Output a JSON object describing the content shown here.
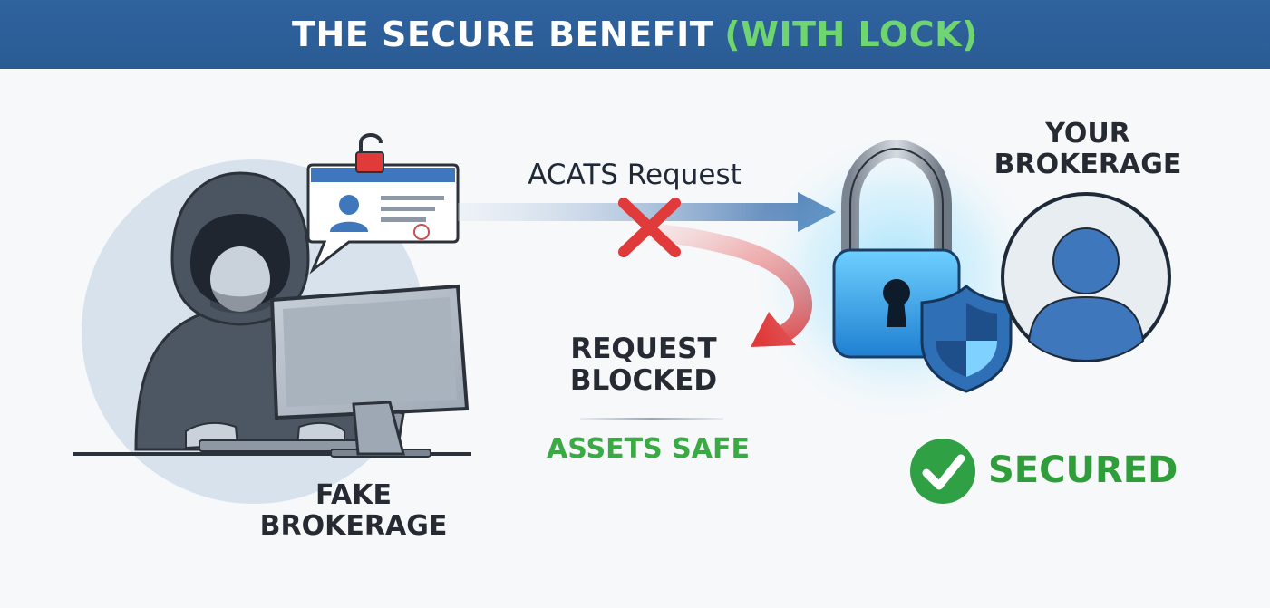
{
  "header": {
    "title_main": "THE SECURE BENEFIT",
    "title_accent": "(WITH LOCK)"
  },
  "left": {
    "label_line1": "FAKE",
    "label_line2": "BROKERAGE"
  },
  "flow": {
    "request_label": "ACATS Request",
    "blocked_line1": "REQUEST",
    "blocked_line2": "BLOCKED",
    "safe_label": "ASSETS SAFE"
  },
  "right": {
    "label_line1": "YOUR",
    "label_line2": "BROKERAGE",
    "status_label": "SECURED"
  },
  "colors": {
    "banner": "#2f639e",
    "accent_green": "#6fd56f",
    "blocked_red": "#e03a3a",
    "secure_blue": "#1e88e5",
    "secured_green": "#2f9e3a"
  },
  "icons": {
    "hacker": "hooded-hacker-icon",
    "id_card": "id-card-icon",
    "unlocked": "unlocked-padlock-icon",
    "blocked": "red-x-icon",
    "lock": "padlock-icon",
    "shield": "shield-icon",
    "user": "user-avatar-icon",
    "check": "check-circle-icon"
  }
}
